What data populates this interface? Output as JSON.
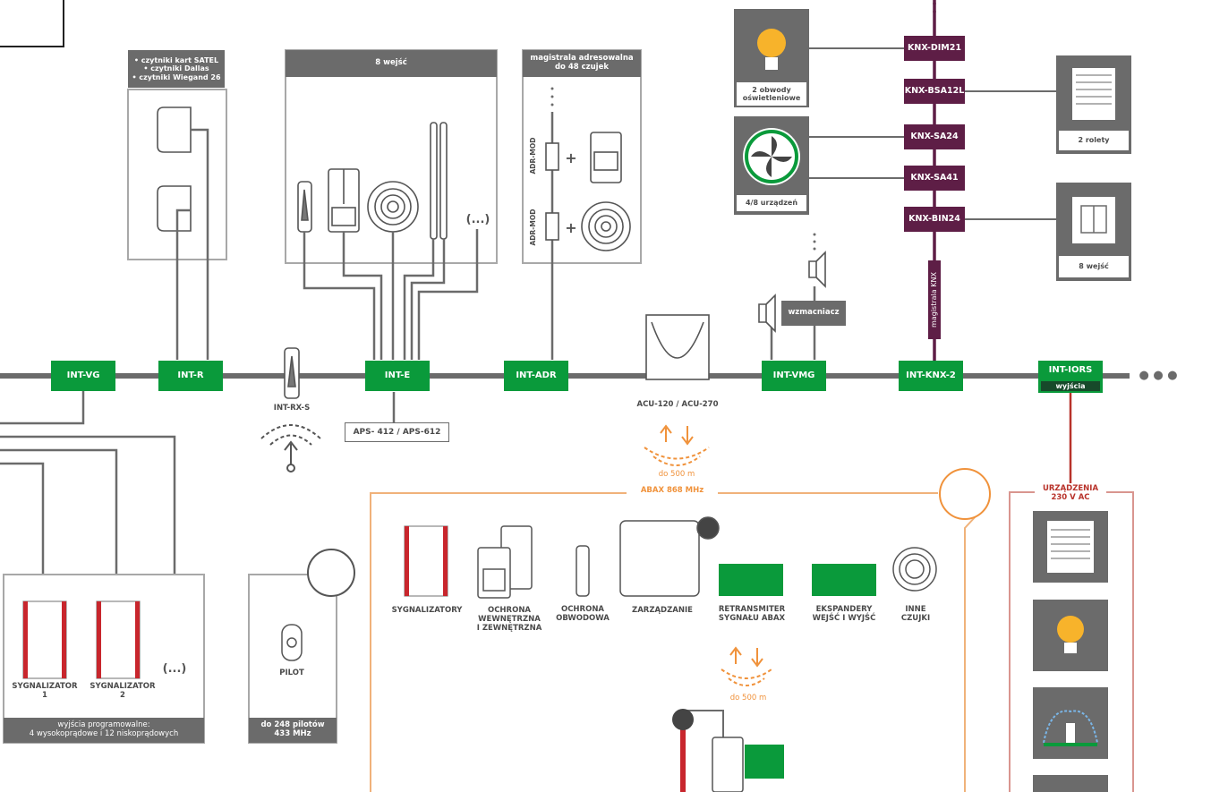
{
  "bus": {
    "modules": [
      {
        "id": "int-vg",
        "label": "INT-VG"
      },
      {
        "id": "int-r",
        "label": "INT-R"
      },
      {
        "id": "int-e",
        "label": "INT-E"
      },
      {
        "id": "int-adr",
        "label": "INT-ADR"
      },
      {
        "id": "int-vmg",
        "label": "INT-VMG"
      },
      {
        "id": "int-knx-2",
        "label": "INT-KNX-2"
      },
      {
        "id": "int-iors",
        "label": "INT-IORS",
        "sub": "wyjścia"
      }
    ],
    "int_rx_s": "INT-RX-S",
    "aps": "APS- 412 / APS-612",
    "acu": "ACU-120 / ACU-270",
    "wzmacniacz": "wzmacniacz",
    "dots": "● ● ●"
  },
  "readers": {
    "header": "• czytniki kart SATEL\n• czytniki Dallas\n• czytniki Wiegand 26"
  },
  "inputs_box": {
    "header": "8 wejść",
    "more": "(...)"
  },
  "adr_box": {
    "header": "magistrala adresowalna\ndo 48 czujek",
    "mod": "ADR-MOD",
    "plus": "+"
  },
  "knx": {
    "modules": [
      "KNX-DIM21",
      "KNX-BSA12L",
      "KNX-SA24",
      "KNX-SA41",
      "KNX-BIN24"
    ],
    "bus_label": "magistrala KNX",
    "lights": "2 obwody\noświetleniowe",
    "devices": "4/8 urządzeń",
    "blinds": "2 rolety",
    "inputs": "8 wejść"
  },
  "abax": {
    "label": "ABAX 868 MHz",
    "range": "do 500 m",
    "categories": [
      {
        "label": "SYGNALIZATORY"
      },
      {
        "label": "OCHRONA\nWEWNĘTRZNA\nI ZEWNĘTRZNA"
      },
      {
        "label": "OCHRONA\nOBWODOWA"
      },
      {
        "label": "ZARZĄDZANIE"
      },
      {
        "label": "RETRANSMITER\nSYGNAŁU ABAX"
      },
      {
        "label": "EKSPANDERY\nWEJŚĆ I WYJŚĆ"
      },
      {
        "label": "INNE\nCZUJKI"
      }
    ]
  },
  "outputs": {
    "sig1": "SYGNALIZATOR\n1",
    "sig2": "SYGNALIZATOR\n2",
    "more": "(...)",
    "footer": "wyjścia programowalne:\n4 wysokoprądowe i 12 niskoprądowych"
  },
  "pilot": {
    "label": "PILOT",
    "footer": "do 248 pilotów\n433 MHz"
  },
  "ac": {
    "header": "URZĄDZENIA\n230 V AC"
  },
  "colors": {
    "module": "#0a9a3b",
    "knx": "#5e1e46",
    "wire": "#6b6b6b",
    "abax": "#f0923b",
    "ac": "#b8322a",
    "siren": "#c8262d"
  }
}
